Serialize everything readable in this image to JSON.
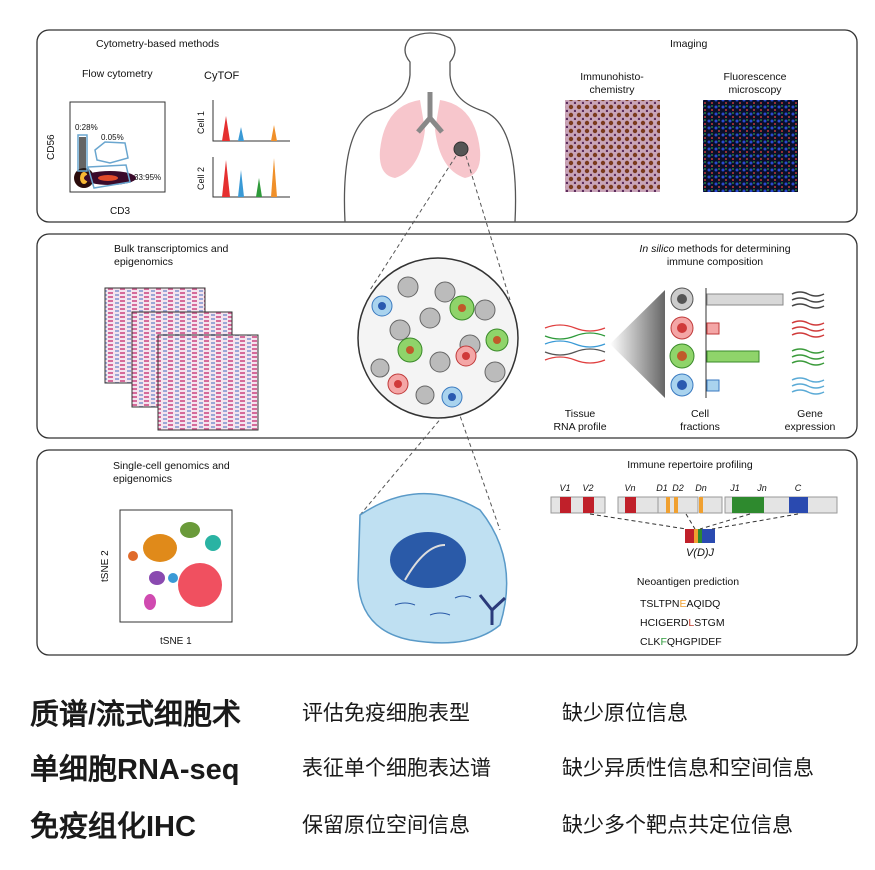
{
  "panel_top": {
    "title": "Cytometry-based methods",
    "flow_title": "Flow cytometry",
    "flow_ylabel": "CD56",
    "flow_xlabel": "CD3",
    "gate_1": "0:28%",
    "gate_2": "0.05%",
    "gate_3": "33:95%",
    "cytof_title": "CyTOF",
    "cell1": "Cell 1",
    "cell2": "Cell 2",
    "imaging_title": "Imaging",
    "ihc_line1": "Immunohisto-",
    "ihc_line2": "chemistry",
    "fluor_line1": "Fluorescence",
    "fluor_line2": "microscopy"
  },
  "panel_mid": {
    "bulk_line1": "Bulk transcriptomics and",
    "bulk_line2": "epigenomics",
    "insilico_italic": "In silico",
    "insilico_rest": " methods for determining",
    "insilico_line2": "immune composition",
    "tissue_line1": "Tissue",
    "tissue_line2": "RNA profile",
    "cell_line1": "Cell",
    "cell_line2": "fractions",
    "gene_line1": "Gene",
    "gene_line2": "expression",
    "fractions": [
      0.95,
      0.15,
      0.65,
      0.15
    ]
  },
  "panel_bot": {
    "sc_line1": "Single-cell genomics and",
    "sc_line2": "epigenomics",
    "tsne_y": "tSNE 2",
    "tsne_x": "tSNE 1",
    "repertoire_title": "Immune repertoire profiling",
    "segments": [
      "V1",
      "V2",
      "Vn",
      "D1",
      "D2",
      "Dn",
      "J1",
      "Jn",
      "C"
    ],
    "vdj": "V(D)J",
    "neo_title": "Neoantigen prediction",
    "peptides": [
      {
        "pre": "TSLTPN",
        "mut": "E",
        "post": "AQIDQ",
        "color": "#f0a030"
      },
      {
        "pre": "HCIGERD",
        "mut": "L",
        "post": "STGM",
        "color": "#c0392b"
      },
      {
        "pre": "CLK",
        "mut": "F",
        "post": "QHGPIDEF",
        "color": "#2e9a3a"
      }
    ]
  },
  "summary": [
    {
      "method": "质谱/流式细胞术",
      "pro": "评估免疫细胞表型",
      "con": "缺少原位信息"
    },
    {
      "method": "单细胞RNA-seq",
      "pro": "表征单个细胞表达谱",
      "con": "缺少异质性信息和空间信息"
    },
    {
      "method": "免疫组化IHC",
      "pro": "保留原位空间信息",
      "con": "缺少多个靶点共定位信息"
    }
  ]
}
